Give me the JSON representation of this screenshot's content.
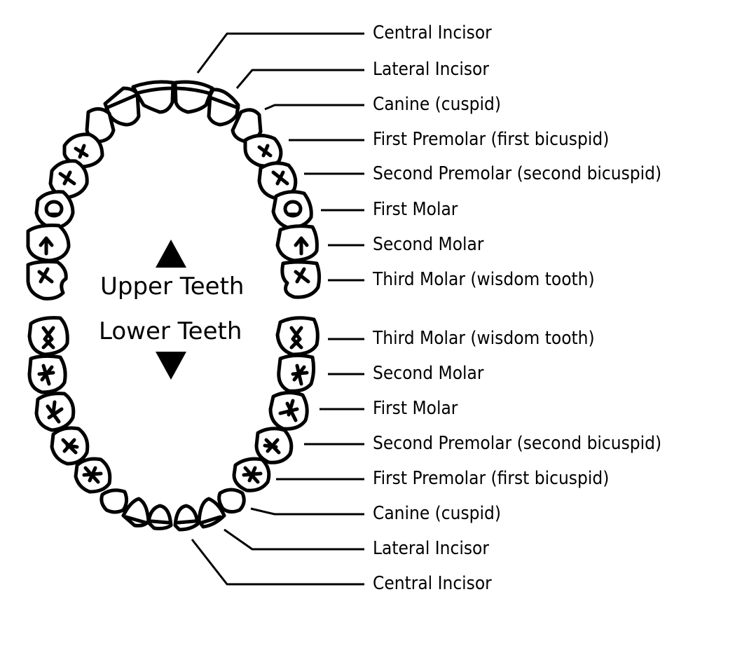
{
  "upper_labels": [
    "Central Incisor",
    "Lateral Incisor",
    "Canine (cuspid)",
    "First Premolar (first bicuspid)",
    "Second Premolar (second bicuspid)",
    "First Molar",
    "Second Molar",
    "Third Molar (wisdom tooth)"
  ],
  "lower_labels": [
    "Third Molar (wisdom tooth)",
    "Second Molar",
    "First Molar",
    "Second Premolar (second bicuspid)",
    "First Premolar (first bicuspid)",
    "Canine (cuspid)",
    "Lateral Incisor",
    "Central Incisor"
  ],
  "center": {
    "upper": "Upper Teeth",
    "lower": "Lower Teeth"
  }
}
